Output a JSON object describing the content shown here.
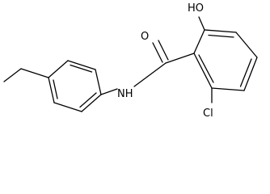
{
  "molecule": {
    "atoms": {
      "oxygen_carbonyl": "O",
      "hydroxyl": "HO",
      "amide_nitrogen": "NH",
      "chlorine": "Cl"
    }
  }
}
